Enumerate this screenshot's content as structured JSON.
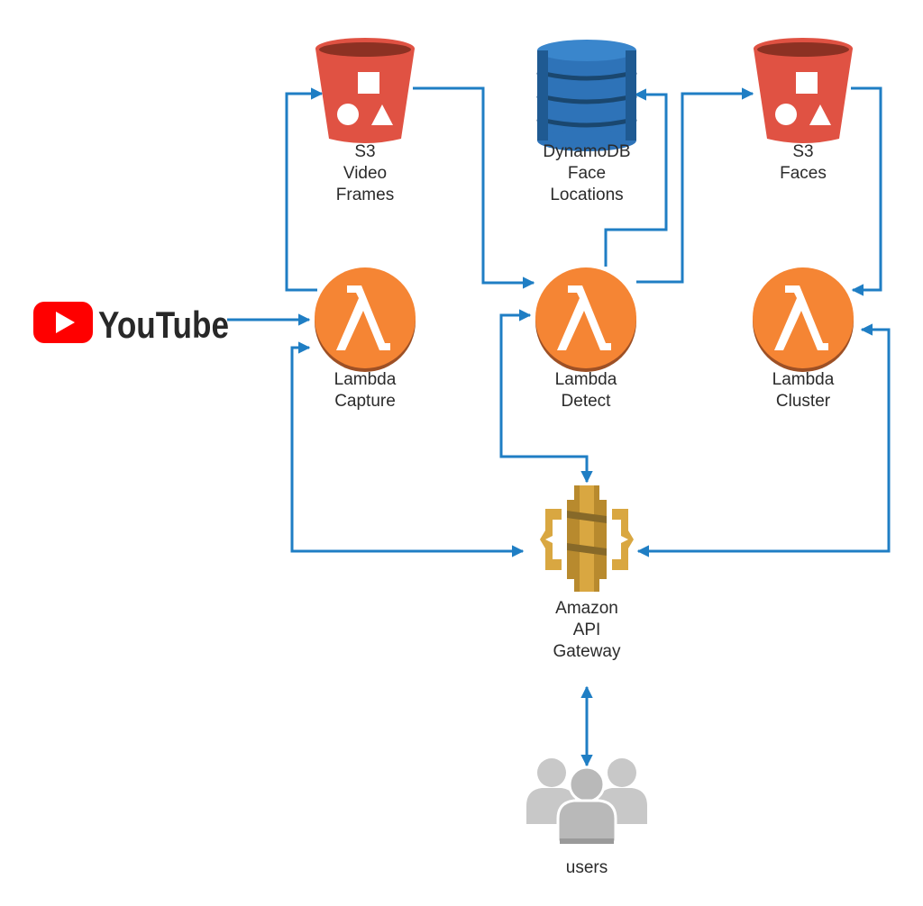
{
  "nodes": {
    "youtube": {
      "logo_text": "YouTube",
      "logo_color": "#ff0000"
    },
    "s3_frames": {
      "lines": [
        "S3",
        "Video",
        "Frames"
      ],
      "icon": "s3-bucket-icon"
    },
    "dynamodb": {
      "lines": [
        "DynamoDB",
        "Face",
        "Locations"
      ],
      "icon": "dynamodb-icon"
    },
    "s3_faces": {
      "lines": [
        "S3",
        "Faces"
      ],
      "icon": "s3-bucket-icon"
    },
    "lambda_capture": {
      "lines": [
        "Lambda",
        "Capture"
      ],
      "icon": "lambda-icon"
    },
    "lambda_detect": {
      "lines": [
        "Lambda",
        "Detect"
      ],
      "icon": "lambda-icon"
    },
    "lambda_cluster": {
      "lines": [
        "Lambda",
        "Cluster"
      ],
      "icon": "lambda-icon"
    },
    "api_gateway": {
      "lines": [
        "Amazon",
        "API",
        "Gateway"
      ],
      "icon": "api-gateway-icon"
    },
    "users": {
      "lines": [
        "users"
      ],
      "icon": "users-icon"
    }
  },
  "colors": {
    "connector": "#1f7ec4",
    "s3": "#e05243",
    "s3_dark": "#8c3123",
    "dynamodb": "#2e73b8",
    "dynamodb_dark": "#1a476f",
    "lambda": "#f58534",
    "lambda_dark": "#9d5025",
    "api_gateway": "#d9a741",
    "api_gateway_dark": "#876929",
    "users": "#c8c8c8",
    "text": "#2b2b2b"
  },
  "connections": [
    {
      "from": "youtube",
      "to": "lambda_capture",
      "direction": "one-way"
    },
    {
      "from": "lambda_capture",
      "to": "s3_frames",
      "direction": "one-way"
    },
    {
      "from": "s3_frames",
      "to": "lambda_detect",
      "direction": "one-way"
    },
    {
      "from": "lambda_detect",
      "to": "dynamodb",
      "direction": "one-way"
    },
    {
      "from": "lambda_detect",
      "to": "s3_faces",
      "direction": "one-way"
    },
    {
      "from": "s3_faces",
      "to": "lambda_cluster",
      "direction": "one-way"
    },
    {
      "from": "api_gateway",
      "to": "lambda_capture",
      "direction": "two-way"
    },
    {
      "from": "api_gateway",
      "to": "lambda_detect",
      "direction": "two-way"
    },
    {
      "from": "api_gateway",
      "to": "lambda_cluster",
      "direction": "two-way"
    },
    {
      "from": "users",
      "to": "api_gateway",
      "direction": "two-way"
    }
  ]
}
